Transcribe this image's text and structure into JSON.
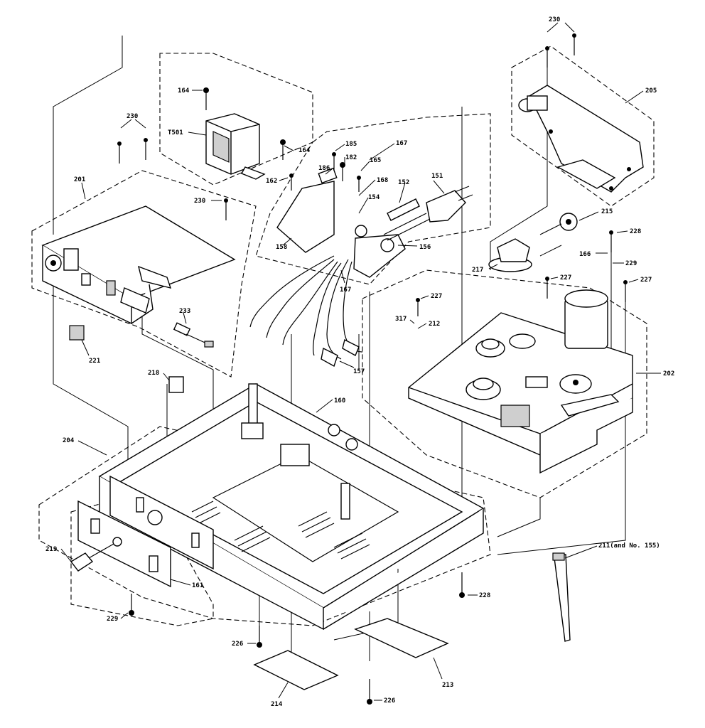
{
  "labels": {
    "l230a": "230",
    "l205": "205",
    "l164a": "164",
    "l164b": "164",
    "lT501": "T501",
    "l185": "185",
    "l167a": "167",
    "l182": "182",
    "l165": "165",
    "l186": "186",
    "l168": "168",
    "l151": "151",
    "l152": "152",
    "l162": "162",
    "l154": "154",
    "l230b": "230",
    "l201": "201",
    "l230c": "230",
    "l158": "158",
    "l156": "156",
    "l167b": "167",
    "l215": "215",
    "l228a": "228",
    "l166": "166",
    "l229a": "229",
    "l217": "217",
    "l227a": "227",
    "l227b": "227",
    "l227c": "227",
    "l233": "233",
    "l317": "317",
    "l212": "212",
    "l221": "221",
    "l157": "157",
    "l202": "202",
    "l218": "218",
    "l160": "160",
    "l204": "204",
    "l211": "211(and No. 155)",
    "l219": "219",
    "l161": "161",
    "l228b": "228",
    "l229b": "229",
    "l226a": "226",
    "l213": "213",
    "l214": "214",
    "l226b": "226"
  }
}
